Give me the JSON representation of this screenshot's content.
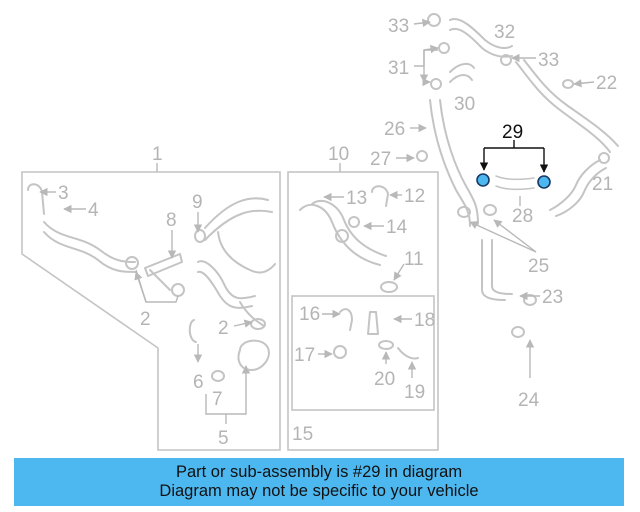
{
  "diagram": {
    "callouts": {
      "c1": "1",
      "c2a": "2",
      "c2b": "2",
      "c3": "3",
      "c4": "4",
      "c5": "5",
      "c6": "6",
      "c7": "7",
      "c8": "8",
      "c9": "9",
      "c10": "10",
      "c11": "11",
      "c12": "12",
      "c13": "13",
      "c14": "14",
      "c15": "15",
      "c16": "16",
      "c17": "17",
      "c18": "18",
      "c19": "19",
      "c20": "20",
      "c21": "21",
      "c22": "22",
      "c23": "23",
      "c24": "24",
      "c25": "25",
      "c26": "26",
      "c27": "27",
      "c28": "28",
      "c29": "29",
      "c30": "30",
      "c31": "31",
      "c32": "32",
      "c33a": "33",
      "c33b": "33"
    },
    "highlight_color": "#4db8f0",
    "line_color": "#c4c4c4"
  },
  "banner": {
    "line1": "Part or sub-assembly is #29 in diagram",
    "line2": "Diagram may not be specific to your vehicle",
    "background": "#4db8f0"
  }
}
